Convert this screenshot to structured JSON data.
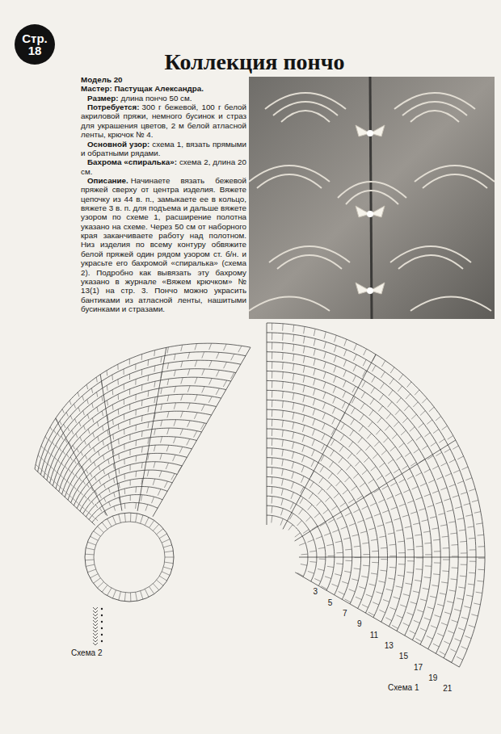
{
  "diagram": {
    "title": "Коллекция пончо",
    "nodes": [
      {
        "text": [
          "Стр. 18"
        ]
      }
    ],
    "labels": [
      "Модель 20",
      "Мастер: Пастущак Александра.",
      "Размер:",
      "длина пончо 50 см.",
      "Потребуется:",
      "300 г бежевой, 100 г белой акриловой пряжи, немного бусинок и страз для украшения цветов, 2 м белой атласной ленты, крючок № 4.",
      "Основной узор:",
      "схема 1, вязать прямыми и обратными рядами.",
      "Бахрома «спиралька»:",
      "схема 2, длина 20 см.",
      "Описание.",
      "Начинаете вязать бежевой пряжей сверху от центра изделия. Вяжете цепочку из 44 в. п., замыкаете ее в кольцо, вяжете 3 в. п. для подъема и дальше вяжете узором по схеме 1, расширение полотна указано на схеме. Через 50 см от наборного края заканчиваете работу над полотном. Низ изделия по всему контуру обвяжите белой пряжей один рядом узором ст. б/н. и украсьте его бахромой «спиралька» (схема 2). Подробно как вывязать эту бахрому указано в журнале «Вяжем крючком» № 13(1) на стр. 3. Пончо можно украсить бантиками из атласной ленты, нашитыми бусинками и стразами.",
      "Схема 2",
      "Схема 1",
      "3",
      "5",
      "7",
      "9",
      "11",
      "13",
      "15",
      "17",
      "19",
      "21"
    ]
  }
}
